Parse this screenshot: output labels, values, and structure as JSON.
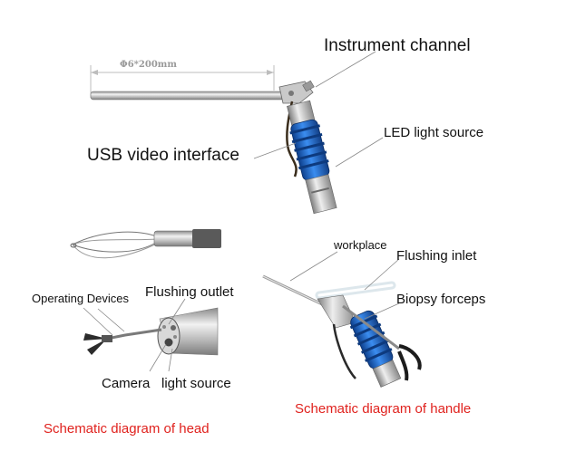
{
  "top": {
    "dimension": "Φ6*200mm",
    "instrument_channel": "Instrument channel",
    "led_light_source": "LED light source",
    "usb_video_interface": "USB video interface"
  },
  "head": {
    "operating_devices": "Operating Devices",
    "flushing_outlet": "Flushing outlet",
    "camera": "Camera",
    "light_source": "light source",
    "caption": "Schematic diagram of  head"
  },
  "handle": {
    "workplace": "workplace",
    "flushing_inlet": "Flushing inlet",
    "biopsy_forceps": "Biopsy forceps",
    "caption": "Schematic diagram of handle"
  },
  "colors": {
    "metal": "#b9b9b9",
    "handle_blue": "#1f6fd0",
    "caption_red": "#e0221e"
  }
}
